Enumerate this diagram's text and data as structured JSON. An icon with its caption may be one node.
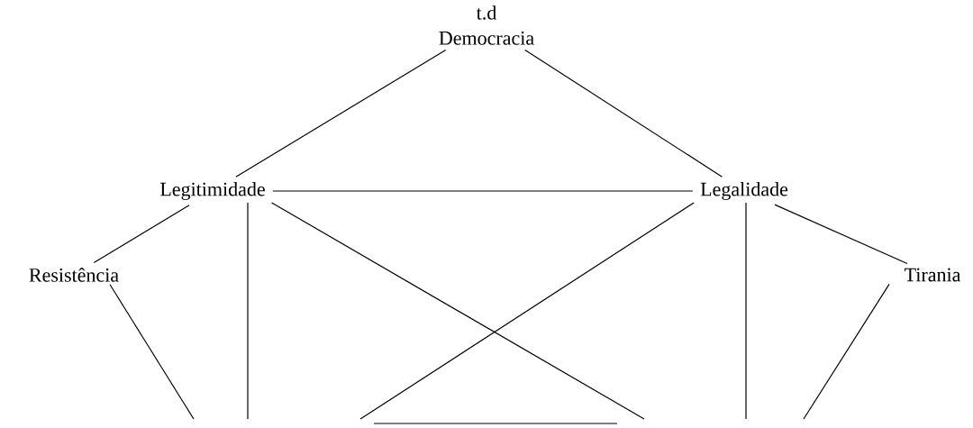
{
  "diagram": {
    "nodes": [
      {
        "text": [
          "t.d",
          "Democracia"
        ]
      },
      {
        "text": [
          "Legitimidade"
        ]
      },
      {
        "text": [
          "Legalidade"
        ]
      },
      {
        "text": [
          "Resistência"
        ]
      },
      {
        "text": [
          "Tirania"
        ]
      }
    ],
    "edges": [
      {
        "from": 0,
        "to": 1,
        "arrow": "none"
      },
      {
        "from": 0,
        "to": 2,
        "arrow": "none"
      },
      {
        "from": 1,
        "to": 2,
        "arrow": "none"
      },
      {
        "from": 1,
        "to": 3,
        "arrow": "none"
      },
      {
        "from": 2,
        "to": 4,
        "arrow": "none"
      },
      {
        "from": 1,
        "to": null,
        "arrow": "none"
      },
      {
        "from": 1,
        "to": null,
        "arrow": "none"
      },
      {
        "from": 3,
        "to": null,
        "arrow": "none"
      },
      {
        "from": 2,
        "to": null,
        "arrow": "none"
      },
      {
        "from": 2,
        "to": null,
        "arrow": "none"
      },
      {
        "from": 4,
        "to": null,
        "arrow": "none"
      }
    ]
  }
}
